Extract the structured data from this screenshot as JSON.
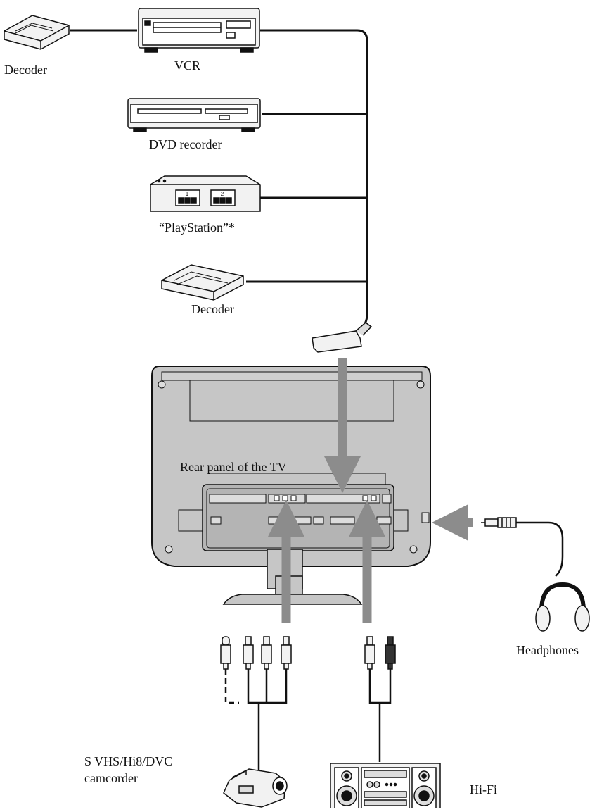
{
  "labels": {
    "decoder_top": "Decoder",
    "vcr": "VCR",
    "dvd_recorder": "DVD recorder",
    "playstation": "“PlayStation”*",
    "decoder_mid": "Decoder",
    "rear_panel": "Rear panel of the TV",
    "headphones": "Headphones",
    "camcorder_line1": "S VHS/Hi8/DVC",
    "camcorder_line2": "camcorder",
    "hifi": "Hi-Fi"
  },
  "playstation_ports": [
    "1",
    "2"
  ],
  "colors": {
    "line": "#111111",
    "arrow": "#8c8c8c",
    "tv_body": "#c6c6c6",
    "tv_panel": "#b4b4b4",
    "device_fill": "#f2f2f2"
  }
}
